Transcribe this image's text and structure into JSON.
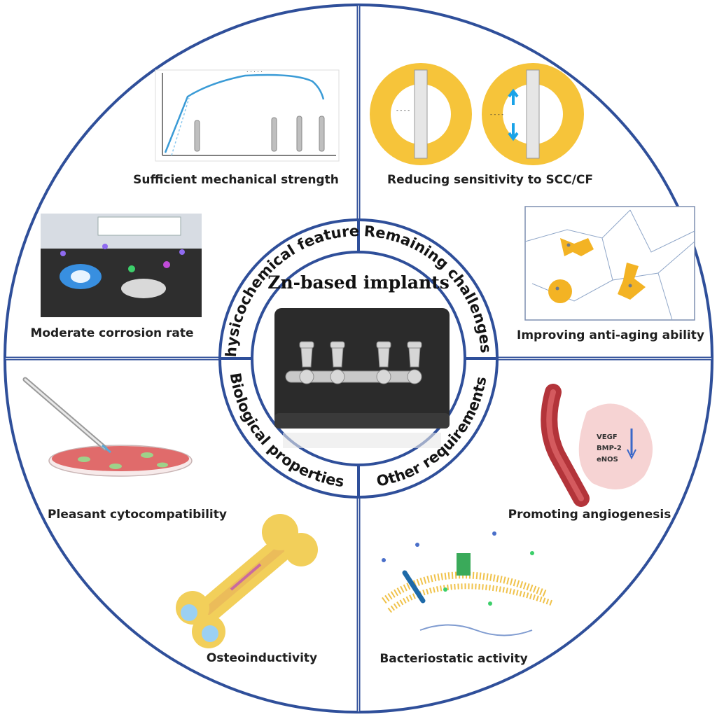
{
  "center": {
    "title": "Zn-based implants"
  },
  "ring_labels": {
    "top_left": "Physicochemical features",
    "top_right": "Remaining challenges",
    "bottom_right": "Other requirements",
    "bottom_left": "Biological properties"
  },
  "captions": {
    "mechanical": "Sufficient mechanical strength",
    "corrosion": "Moderate corrosion rate",
    "scc": "Reducing sensitivity to SCC/CF",
    "antiaging": "Improving anti-aging ability",
    "cyto": "Pleasant cytocompatibility",
    "osteo": "Osteoinductivity",
    "angio": "Promoting angiogenesis",
    "bacterio": "Bacteriostatic activity"
  },
  "angio_markers": [
    "VEGF",
    "BMP-2",
    "eNOS"
  ],
  "colors": {
    "outline": "#2f4f9a",
    "ring_yellow": "#f6c43a",
    "arrow_blue": "#1aa3e8",
    "grain_yellow": "#f3b324",
    "dish_red": "#e06b6b",
    "bone_yellow": "#f2cf5a",
    "tissue_red": "#b3343a",
    "membrane_yellow": "#f0c24a",
    "plate_bg": "#2b2b2b"
  },
  "icons": [
    "curve-plot",
    "corrosion-scene",
    "tube-ring",
    "grain-map",
    "pipette-dish",
    "bone",
    "vessel-tissue",
    "bacterial-membrane",
    "implant-plate"
  ]
}
